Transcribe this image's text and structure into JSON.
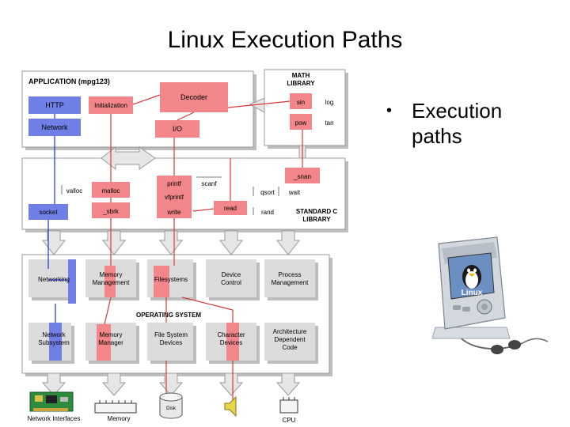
{
  "slide": {
    "title": "Linux Execution Paths",
    "bullet": "Execution paths"
  },
  "diagram": {
    "application_label": "APPLICATION (mpg123)",
    "math_library_label": "MATH LIBRARY",
    "c_library_label": "STANDARD C LIBRARY",
    "os_label": "OPERATING SYSTEM",
    "boxes": {
      "http": "HTTP",
      "initialization": "Initialization",
      "decoder": "Decoder",
      "network": "Network",
      "io": "I/O",
      "sin": "sin",
      "log": "log",
      "pow": "pow",
      "tan": "tan",
      "snan": "_snan",
      "valloc": "valloc",
      "malloc": "malloc",
      "printf": "printf",
      "scanf": "scanf",
      "vfprintf": "vfprintf",
      "qsort": "qsort",
      "wait": "wait",
      "socket": "socket",
      "sbrk": "_sbrk",
      "write": "write",
      "read": "read",
      "rand": "rand",
      "networking": "Networking",
      "memory_management": "Memory Management",
      "filesystems": "Filesystems",
      "device_control": "Device Control",
      "process_management": "Process Management",
      "network_subsystem": "Network Subsystem",
      "memory_manager": "Memory Manager",
      "file_system_devices": "File System Devices",
      "character_devices": "Character Devices",
      "architecture_dependent_code": "Architecture Dependent Code"
    },
    "hardware": {
      "network_interfaces": "Network Interfaces",
      "memory": "Memory",
      "disk": "Disk",
      "cpu": "CPU"
    }
  },
  "photo": {
    "brand_text": "Linux"
  },
  "colors": {
    "highlight_red": "#f2868a",
    "highlight_red_dark": "#d83a3a",
    "highlight_blue": "#6f7fe6",
    "highlight_blue_dark": "#2233bb",
    "box_gray": "#dcdcdc",
    "panel_shadow": "#bdbdbd"
  }
}
